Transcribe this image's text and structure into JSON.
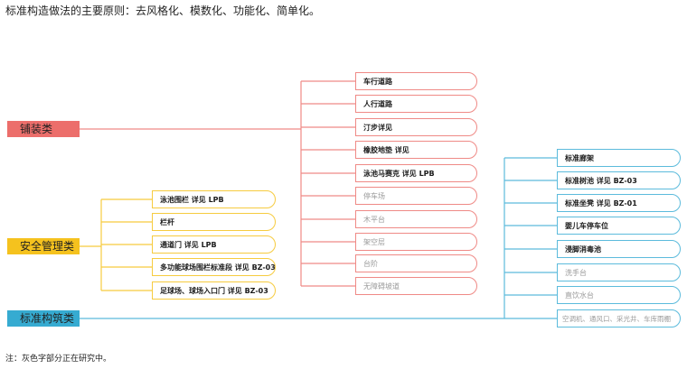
{
  "title": "标准构造做法的主要原则：去风格化、模数化、功能化、简单化。",
  "note": "注：灰色字部分正在研究中。",
  "colors": {
    "paving": "#ec6e6b",
    "safety": "#f5c21e",
    "standard": "#36abd1"
  },
  "categories": [
    {
      "label": "铺装类",
      "items": [
        {
          "text": "车行道路",
          "gray": false
        },
        {
          "text": "人行道路",
          "gray": false
        },
        {
          "text": "汀步详见",
          "gray": false
        },
        {
          "text": "橡胶地垫 详见",
          "gray": false
        },
        {
          "text": "泳池马赛克 详见 LPB",
          "gray": false
        },
        {
          "text": "停车场",
          "gray": true
        },
        {
          "text": "木平台",
          "gray": true
        },
        {
          "text": "架空层",
          "gray": true
        },
        {
          "text": "台阶",
          "gray": true
        },
        {
          "text": "无障碍坡道",
          "gray": true
        }
      ]
    },
    {
      "label": "安全管理类",
      "items": [
        {
          "text": "泳池围栏 详见 LPB",
          "gray": false
        },
        {
          "text": "栏杆",
          "gray": false
        },
        {
          "text": "通道门 详见 LPB",
          "gray": false
        },
        {
          "text": "多功能球场围栏标准段 详见 BZ-03",
          "gray": false
        },
        {
          "text": "足球场、球场入口门 详见 BZ-03",
          "gray": false
        }
      ]
    },
    {
      "label": "标准构筑类",
      "items": [
        {
          "text": "标准廊架",
          "gray": false
        },
        {
          "text": "标准树池 详见 BZ-03",
          "gray": false
        },
        {
          "text": "标准坐凳 详见 BZ-01",
          "gray": false
        },
        {
          "text": "婴儿车停车位",
          "gray": false
        },
        {
          "text": "浸脚消毒池",
          "gray": false
        },
        {
          "text": "洗手台",
          "gray": true
        },
        {
          "text": "直饮水台",
          "gray": true
        },
        {
          "text": "空调机、通风口、采光井、车库雨棚",
          "gray": true
        }
      ]
    }
  ]
}
